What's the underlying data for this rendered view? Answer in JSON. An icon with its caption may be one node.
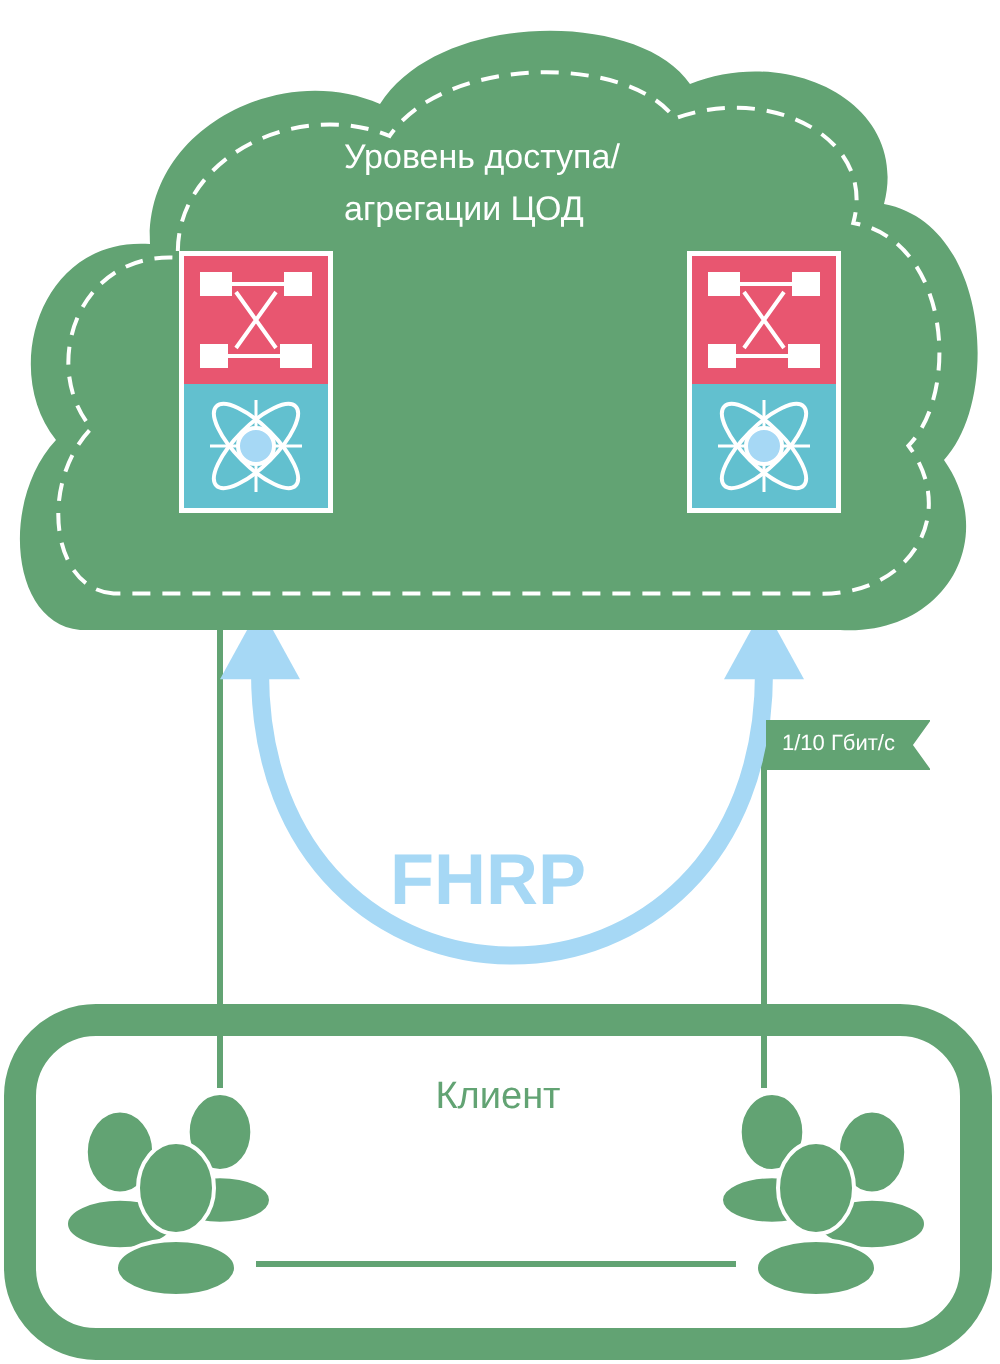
{
  "diagram": {
    "nodes": [
      {
        "text": [
          "Уровень доступа/ агрегации ЦОД"
        ]
      },
      {
        "text": [],
        "shape": "box",
        "in": 0
      },
      {
        "text": [],
        "shape": "box",
        "in": 0
      },
      {
        "text": [
          "Клиент"
        ]
      },
      {
        "text": [],
        "shape": "person",
        "in": 3
      },
      {
        "text": [],
        "shape": "person",
        "in": 3
      }
    ],
    "edges": [
      {
        "from": 0,
        "to": 4,
        "arrow": "none"
      },
      {
        "from": 0,
        "to": 5,
        "arrow": "none",
        "label": "1/10 Гбит/с"
      },
      {
        "from": 4,
        "to": 5,
        "arrow": "none"
      },
      {
        "from": 1,
        "to": 2,
        "arrow": "both",
        "label": "FHRP",
        "style": "thick",
        "color": "#a6d8f5"
      }
    ]
  }
}
